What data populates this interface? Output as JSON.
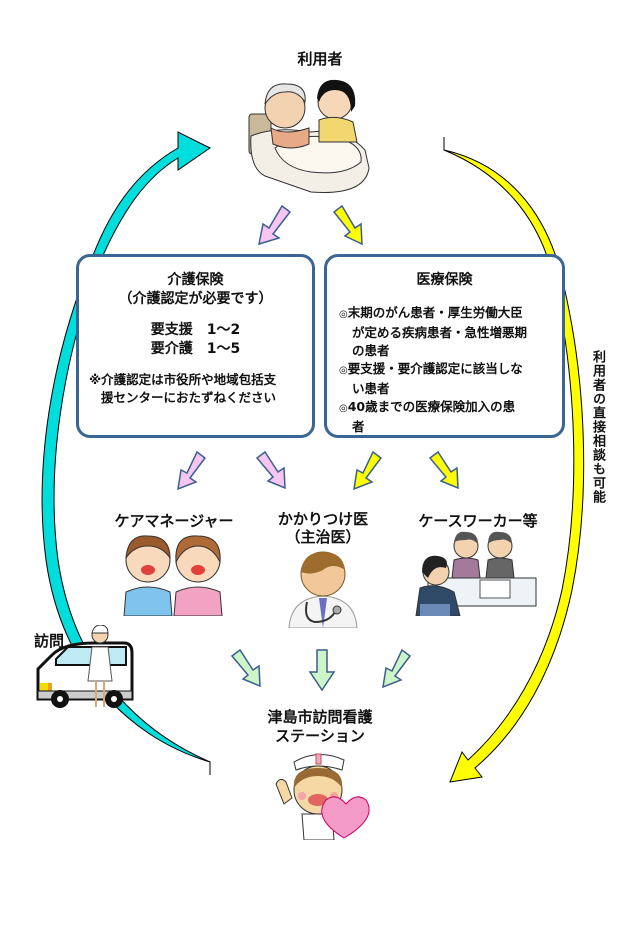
{
  "nodes": {
    "user": {
      "label": "利用者",
      "icon": "elderly-patient-in-bed-with-caregiver"
    },
    "care_manager": {
      "label": "ケアマネージャー",
      "icon": "two-care-staff"
    },
    "doctor": {
      "label_line1": "かかりつけ医",
      "label_line2": "（主治医）",
      "icon": "doctor-with-stethoscope"
    },
    "caseworker": {
      "label": "ケースワーカー等",
      "icon": "consultation-desk"
    },
    "station": {
      "label_line1": "津島市訪問看護",
      "label_line2": "ステーション",
      "icon": "nurse-holding-heart"
    },
    "visit": {
      "label": "訪問",
      "icon": "nurse-with-van"
    }
  },
  "boxes": {
    "kaigo": {
      "title": "介護保険",
      "subtitle": "（介護認定が必要です）",
      "levels": [
        "要支援　1～2",
        "要介護　1～5"
      ],
      "note_line1": "※介護認定は市役所や地域包括支",
      "note_line2": "援センターにおたずねください"
    },
    "iryo": {
      "title": "医療保険",
      "items": [
        {
          "bullet": "◎",
          "lines": [
            "末期のがん患者・厚生労働大臣",
            "が定める疾病患者・急性増悪期",
            "の患者"
          ]
        },
        {
          "bullet": "◎",
          "lines": [
            "要支援・要介護認定に該当しな",
            "い患者"
          ]
        },
        {
          "bullet": "◎",
          "lines": [
            "40歳までの医療保険加入の患",
            "者"
          ]
        }
      ]
    }
  },
  "side_note": "利用者の直接相談も可能",
  "colors": {
    "box_border": "#3b6594",
    "arrow_pink": "#f6c6f0",
    "arrow_yellow": "#ffff00",
    "arrow_green": "#cdf5c8",
    "arrow_outline": "#3b5f8f",
    "cyan_loop": "#00e5e5",
    "cyan_loop_dark": "#00c8c8",
    "yellow_loop": "#ffff00",
    "yellow_loop_dark": "#cccc00"
  }
}
